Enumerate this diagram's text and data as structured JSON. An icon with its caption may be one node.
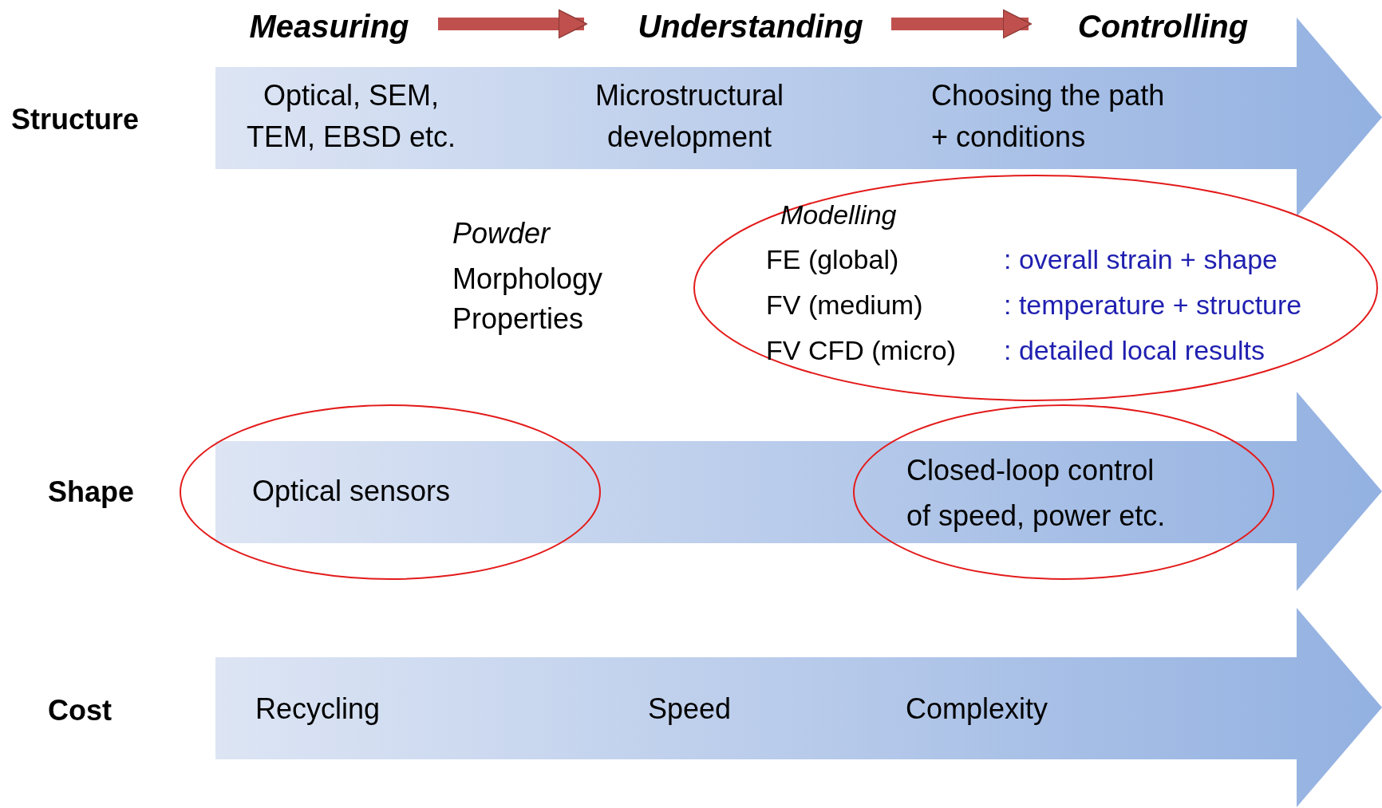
{
  "diagram": {
    "nodes": [
      {
        "text": [
          "Measuring"
        ]
      },
      {
        "text": [
          "Understanding"
        ]
      },
      {
        "text": [
          "Controlling"
        ]
      },
      {
        "text": [
          "Optical, SEM, TEM, EBSD etc.",
          "Microstructural development",
          "Choosing the path + conditions"
        ]
      },
      {
        "text": [
          "Modelling",
          "FE (global)",
          ": overall strain + shape",
          "FV (medium)",
          ": temperature + structure",
          "FV CFD (micro)",
          ": detailed local results"
        ]
      },
      {
        "text": [],
        "shape": "bar"
      },
      {
        "text": [
          "Optical sensors"
        ]
      },
      {
        "text": [
          "Closed-loop control of speed, power etc."
        ],
        "in": 5
      },
      {
        "text": [
          "Recycling",
          "Speed",
          "Complexity"
        ]
      }
    ],
    "edges": [
      {
        "from": 0,
        "to": 1,
        "arrow": "to"
      },
      {
        "from": 1,
        "to": 2,
        "arrow": "to"
      }
    ],
    "labels": [
      "Structure",
      "Powder",
      "Morphology Properties",
      "Shape",
      "Cost"
    ]
  }
}
